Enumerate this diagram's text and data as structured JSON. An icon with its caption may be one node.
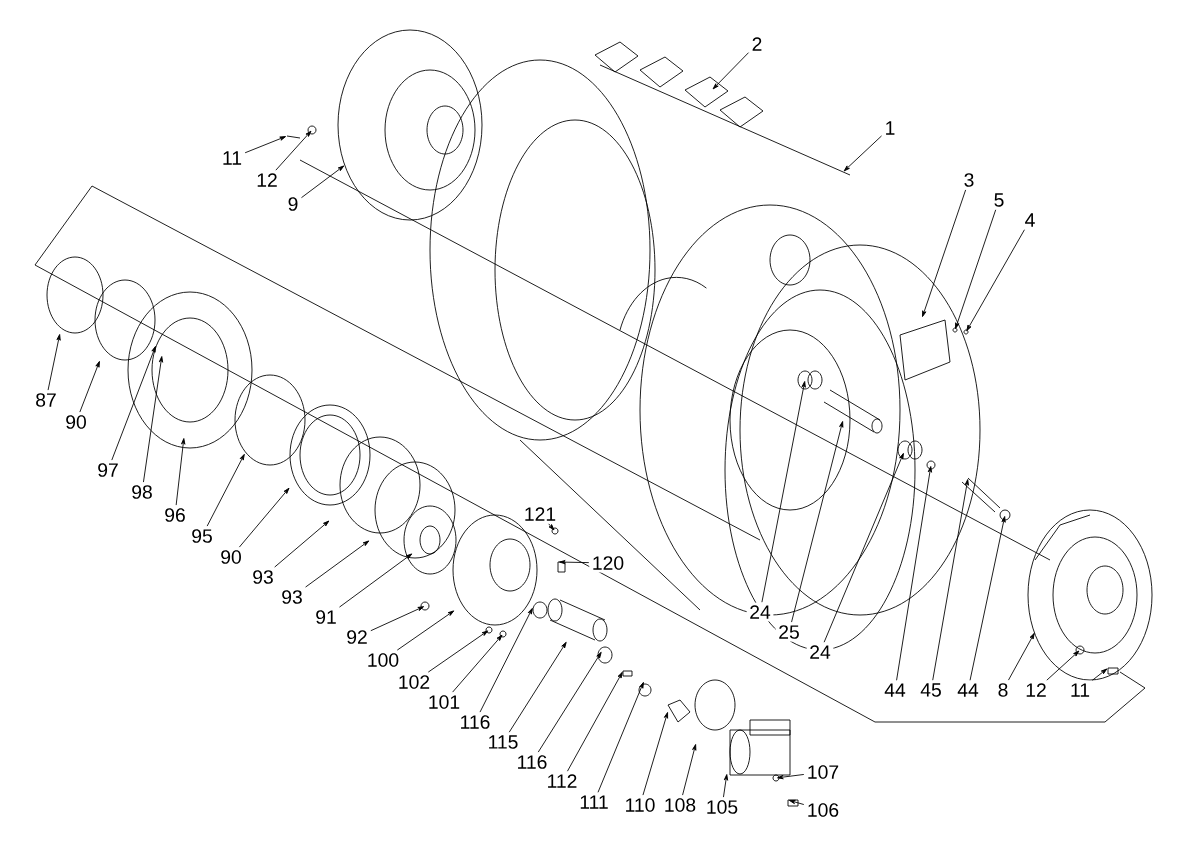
{
  "diagram": {
    "nodes": [
      {
        "text": [
          "1"
        ]
      },
      {
        "text": [
          "2"
        ]
      },
      {
        "text": [
          "3"
        ]
      },
      {
        "text": [
          "5"
        ]
      },
      {
        "text": [
          "4"
        ]
      },
      {
        "text": [
          "11"
        ]
      },
      {
        "text": [
          "12"
        ]
      },
      {
        "text": [
          "9"
        ]
      },
      {
        "text": [
          "87"
        ]
      },
      {
        "text": [
          "90"
        ]
      },
      {
        "text": [
          "97"
        ]
      },
      {
        "text": [
          "98"
        ]
      },
      {
        "text": [
          "96"
        ]
      },
      {
        "text": [
          "95"
        ]
      },
      {
        "text": [
          "90"
        ]
      },
      {
        "text": [
          "93"
        ]
      },
      {
        "text": [
          "93"
        ]
      },
      {
        "text": [
          "91"
        ]
      },
      {
        "text": [
          "92"
        ]
      },
      {
        "text": [
          "100"
        ]
      },
      {
        "text": [
          "102"
        ]
      },
      {
        "text": [
          "101"
        ]
      },
      {
        "text": [
          "116"
        ]
      },
      {
        "text": [
          "115"
        ]
      },
      {
        "text": [
          "116"
        ]
      },
      {
        "text": [
          "112"
        ]
      },
      {
        "text": [
          "111"
        ]
      },
      {
        "text": [
          "110"
        ]
      },
      {
        "text": [
          "108"
        ]
      },
      {
        "text": [
          "105"
        ]
      },
      {
        "text": [
          "107"
        ]
      },
      {
        "text": [
          "106"
        ]
      },
      {
        "text": [
          "121"
        ]
      },
      {
        "text": [
          "120"
        ]
      },
      {
        "text": [
          "24"
        ]
      },
      {
        "text": [
          "25"
        ]
      },
      {
        "text": [
          "24"
        ]
      },
      {
        "text": [
          "44"
        ]
      },
      {
        "text": [
          "45"
        ]
      },
      {
        "text": [
          "44"
        ]
      },
      {
        "text": [
          "8"
        ]
      },
      {
        "text": [
          "12"
        ]
      },
      {
        "text": [
          "11"
        ]
      }
    ],
    "edges": [
      {
        "from": 0,
        "to": null,
        "arrow": "to"
      },
      {
        "from": 1,
        "to": null,
        "arrow": "to"
      },
      {
        "from": 2,
        "to": null,
        "arrow": "to"
      },
      {
        "from": 3,
        "to": null,
        "arrow": "to"
      },
      {
        "from": 4,
        "to": null,
        "arrow": "to"
      },
      {
        "from": 5,
        "to": null,
        "arrow": "to"
      },
      {
        "from": 6,
        "to": null,
        "arrow": "to"
      },
      {
        "from": 7,
        "to": null,
        "arrow": "to"
      },
      {
        "from": 8,
        "to": null,
        "arrow": "to"
      },
      {
        "from": 9,
        "to": null,
        "arrow": "to"
      },
      {
        "from": 10,
        "to": null,
        "arrow": "to"
      },
      {
        "from": 11,
        "to": null,
        "arrow": "to"
      },
      {
        "from": 12,
        "to": null,
        "arrow": "to"
      },
      {
        "from": 13,
        "to": null,
        "arrow": "to"
      },
      {
        "from": 14,
        "to": null,
        "arrow": "to"
      },
      {
        "from": 15,
        "to": null,
        "arrow": "to"
      },
      {
        "from": 16,
        "to": null,
        "arrow": "to"
      },
      {
        "from": 17,
        "to": null,
        "arrow": "to"
      },
      {
        "from": 18,
        "to": null,
        "arrow": "to"
      },
      {
        "from": 19,
        "to": null,
        "arrow": "to"
      },
      {
        "from": 20,
        "to": null,
        "arrow": "to"
      },
      {
        "from": 21,
        "to": null,
        "arrow": "to"
      },
      {
        "from": 22,
        "to": null,
        "arrow": "to"
      },
      {
        "from": 23,
        "to": null,
        "arrow": "to"
      },
      {
        "from": 24,
        "to": null,
        "arrow": "to"
      },
      {
        "from": 25,
        "to": null,
        "arrow": "to"
      },
      {
        "from": 26,
        "to": null,
        "arrow": "to"
      },
      {
        "from": 27,
        "to": null,
        "arrow": "to"
      },
      {
        "from": 28,
        "to": null,
        "arrow": "to"
      },
      {
        "from": 29,
        "to": null,
        "arrow": "to"
      },
      {
        "from": 30,
        "to": null,
        "arrow": "to"
      },
      {
        "from": 31,
        "to": null,
        "arrow": "to"
      },
      {
        "from": 32,
        "to": null,
        "arrow": "to"
      },
      {
        "from": 33,
        "to": null,
        "arrow": "to"
      },
      {
        "from": 34,
        "to": null,
        "arrow": "to"
      },
      {
        "from": 35,
        "to": null,
        "arrow": "to"
      },
      {
        "from": 36,
        "to": null,
        "arrow": "to"
      },
      {
        "from": 37,
        "to": null,
        "arrow": "to"
      },
      {
        "from": 38,
        "to": null,
        "arrow": "to"
      },
      {
        "from": 39,
        "to": null,
        "arrow": "to"
      },
      {
        "from": 40,
        "to": null,
        "arrow": "to"
      },
      {
        "from": 41,
        "to": null,
        "arrow": "to"
      },
      {
        "from": 42,
        "to": null,
        "arrow": "to"
      }
    ]
  }
}
